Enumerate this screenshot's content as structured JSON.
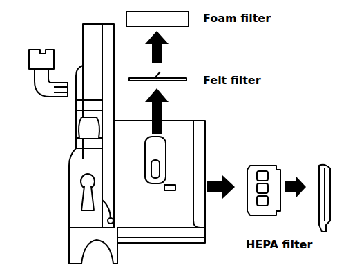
{
  "diagram": {
    "labels": [
      "Foam filter",
      "Felt filter",
      "HEPA filter"
    ]
  }
}
